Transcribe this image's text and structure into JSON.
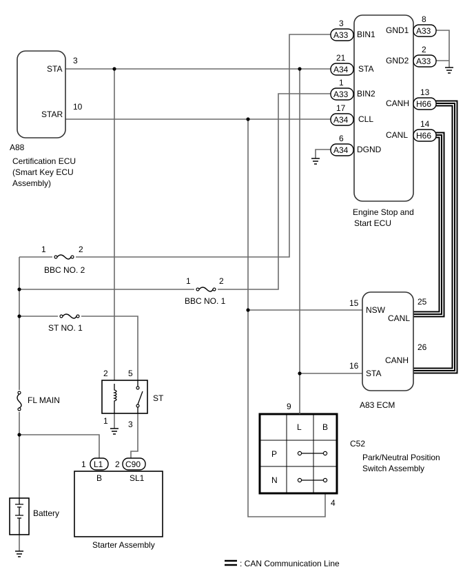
{
  "components": {
    "a88": {
      "id": "A88",
      "name_line1": "Certification ECU",
      "name_line2": "(Smart Key ECU",
      "name_line3": "Assembly)",
      "pin_sta": "STA",
      "pin_star": "STAR",
      "pin_sta_num": "3",
      "pin_star_num": "10"
    },
    "engine_stop_ecu": {
      "name_line1": "Engine Stop and",
      "name_line2": "Start ECU",
      "pins": {
        "bin1": "BIN1",
        "sta": "STA",
        "bin2": "BIN2",
        "cll": "CLL",
        "dgnd": "DGND",
        "gnd1": "GND1",
        "gnd2": "GND2",
        "canh": "CANH",
        "canl": "CANL"
      },
      "pin_numbers": {
        "bin1": "3",
        "sta": "21",
        "bin2": "1",
        "cll": "17",
        "dgnd": "6",
        "gnd1": "8",
        "gnd2": "2",
        "canh": "13",
        "canl": "14"
      },
      "connectors": {
        "bin1": "A33",
        "sta": "A34",
        "bin2": "A33",
        "cll": "A34",
        "dgnd": "A34",
        "gnd1": "A33",
        "gnd2": "A33",
        "canh": "H66",
        "canl": "H66"
      }
    },
    "ecm": {
      "id_name": "A83 ECM",
      "pin_nsw": "NSW",
      "pin_canl": "CANL",
      "pin_canh": "CANH",
      "pin_sta": "STA",
      "pin_nsw_num": "15",
      "pin_canl_num": "25",
      "pin_canh_num": "26",
      "pin_sta_num": "16"
    },
    "fuses": {
      "bbc2": "BBC NO. 2",
      "bbc1": "BBC NO. 1",
      "st1": "ST NO. 1",
      "flmain": "FL MAIN",
      "bbc2_pin1": "1",
      "bbc2_pin2": "2",
      "bbc1_pin1": "1",
      "bbc1_pin2": "2"
    },
    "st_relay": {
      "name": "ST",
      "pin1": "1",
      "pin2": "2",
      "pin3": "3",
      "pin5": "5"
    },
    "starter": {
      "name": "Starter Assembly",
      "pin_b": "B",
      "pin_sl1": "SL1",
      "conn_b": "L1",
      "conn_sl1": "C90",
      "pin_b_num": "1",
      "pin_sl1_num": "2"
    },
    "battery": {
      "name": "Battery"
    },
    "pnp_switch": {
      "id": "C52",
      "name_line1": "Park/Neutral Position",
      "name_line2": "Switch Assembly",
      "col_l": "L",
      "col_b": "B",
      "row_p": "P",
      "row_n": "N",
      "pin_top": "9",
      "pin_bottom": "4"
    }
  },
  "legend": {
    "can_line": ": CAN Communication Line"
  }
}
